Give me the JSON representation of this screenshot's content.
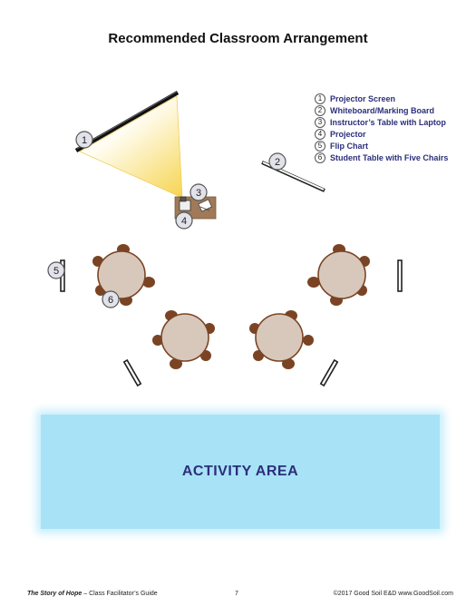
{
  "title": "Recommended Classroom Arrangement",
  "legend": [
    {
      "num": "1",
      "label": "Projector Screen"
    },
    {
      "num": "2",
      "label": "Whiteboard/Marking Board"
    },
    {
      "num": "3",
      "label": "Instructor’s Table with Laptop"
    },
    {
      "num": "4",
      "label": "Projector"
    },
    {
      "num": "5",
      "label": "Flip Chart"
    },
    {
      "num": "6",
      "label": "Student Table with Five Chairs"
    }
  ],
  "callouts": {
    "c1": "1",
    "c2": "2",
    "c3": "3",
    "c4": "4",
    "c5": "5",
    "c6": "6"
  },
  "activity_area_label": "ACTIVITY AREA",
  "footer": {
    "book_title": "The Story of  Hope",
    "guide": " – Class Facilitator’s Guide",
    "page": "7",
    "copyright": "©2017 Good Soil E&D  www.GoodSoil.com"
  },
  "colors": {
    "title_text": "#111111",
    "legend_text": "#2c2f7a",
    "activity_fill": "#a8e2f7",
    "table_fill": "#d8c8bc",
    "chair_fill": "#7a4424",
    "instructor_table": "#a07a58",
    "projection_beam": "#fbe486"
  }
}
